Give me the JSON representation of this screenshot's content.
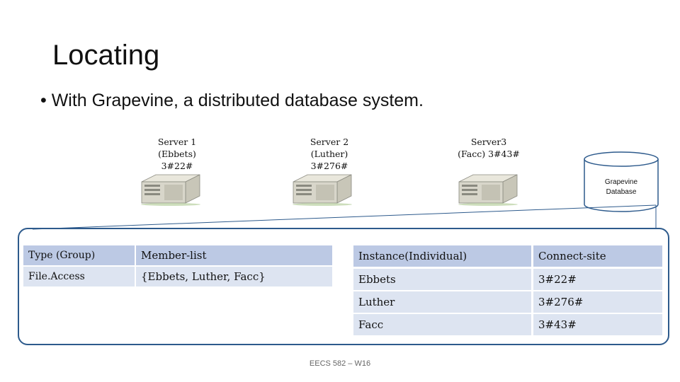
{
  "slide": {
    "title": "Locating",
    "bullet": "• With Grapevine, a distributed database system.",
    "footer": "EECS 582 – W16"
  },
  "servers": [
    {
      "label": "Server 1\n(Ebbets)\n3#22#"
    },
    {
      "label": "Server 2\n(Luther)\n3#276#"
    },
    {
      "label": "Server3\n(Facc) 3#43#"
    }
  ],
  "database": {
    "label": "Grapevine\nDatabase"
  },
  "group_table": {
    "headers": [
      "Type (Group)",
      "Member-list"
    ],
    "rows": [
      [
        "File.Access",
        "{Ebbets, Luther, Facc}"
      ]
    ]
  },
  "individual_table": {
    "headers": [
      "Instance(Individual)",
      "Connect-site"
    ],
    "rows": [
      [
        "Ebbets",
        "3#22#"
      ],
      [
        "Luther",
        "3#276#"
      ],
      [
        "Facc",
        "3#43#"
      ]
    ]
  },
  "colors": {
    "border": "#2d5a8c",
    "header_fill": "#bcc9e4",
    "row_fill": "#dde4f1"
  }
}
